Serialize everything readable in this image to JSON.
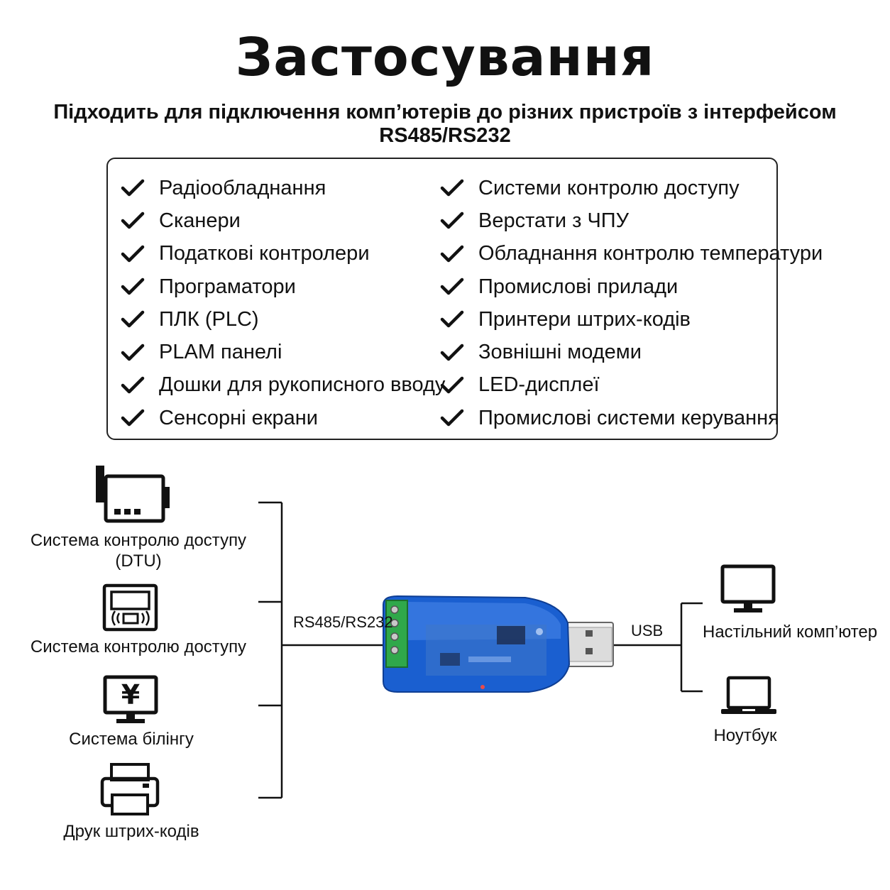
{
  "header": {
    "title": "Застосування",
    "subtitle": "Підходить для підключення комп’ютерів до різних пристроїв з інтерфейсом RS485/RS232"
  },
  "applications": {
    "left": [
      "Радіообладнання",
      "Сканери",
      "Податкові контролери",
      "Програматори",
      "ПЛК (PLC)",
      "PLAM панелі",
      "Дошки для рукописного вводу",
      "Сенсорні екрани"
    ],
    "right": [
      "Системи контролю доступу",
      "Верстати з ЧПУ",
      "Обладнання контролю температури",
      "Промислові прилади",
      "Принтери штрих-кодів",
      "Зовнішні модеми",
      "LED-дисплеї",
      "Промислові системи керування"
    ]
  },
  "diagram": {
    "left_devices": [
      {
        "label_line1": "Система контролю доступу",
        "label_line2": "(DTU)",
        "icon": "dtu-terminal-icon"
      },
      {
        "label_line1": "Система контролю доступу",
        "icon": "access-reader-icon"
      },
      {
        "label_line1": "Система білінгу",
        "icon": "billing-monitor-icon",
        "glyph": "¥"
      },
      {
        "label_line1": "Друк штрих-кодів",
        "icon": "printer-icon"
      }
    ],
    "left_connection_label": "RS485/RS232",
    "right_connection_label": "USB",
    "right_devices": [
      {
        "label": "Настільний комп’ютер",
        "icon": "desktop-monitor-icon"
      },
      {
        "label": "Ноутбук",
        "icon": "laptop-icon"
      }
    ],
    "colors": {
      "adapter_blue": "#1a5fd0",
      "terminal_green": "#2fa84a",
      "line": "#111111"
    }
  }
}
